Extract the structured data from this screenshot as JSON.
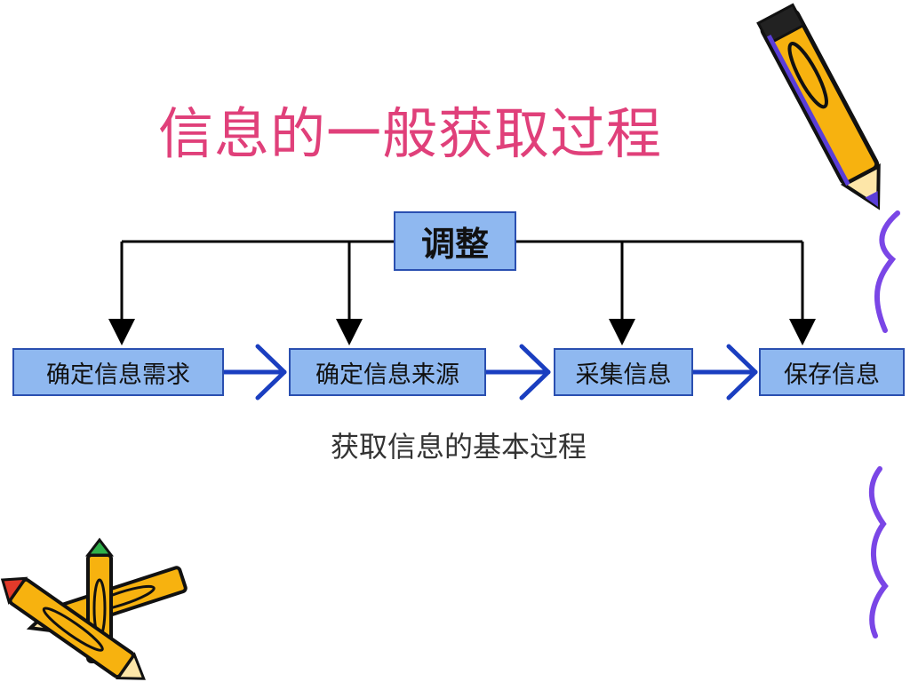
{
  "title": "信息的一般获取过程",
  "adjust_label": "调整",
  "steps": [
    "确定信息需求",
    "确定信息来源",
    "采集信息",
    "保存信息"
  ],
  "caption": "获取信息的基本过程",
  "colors": {
    "title": "#e0407a",
    "box_fill": "#8fb8f0",
    "box_border": "#2a4fb0",
    "arrow": "#1a3ec0",
    "pencil_body": "#f7b20f",
    "squiggle": "#7a46e6"
  },
  "decorations": [
    "pencil-icon",
    "crossed-pencils-icon",
    "squiggle-decoration"
  ]
}
